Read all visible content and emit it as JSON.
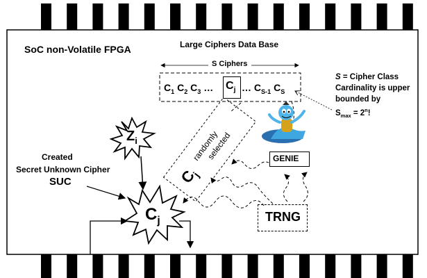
{
  "chip": {
    "title": "SoC non-Volatile FPGA",
    "pin_count_top": 15,
    "pin_count_bottom": 15
  },
  "database": {
    "title": "Large Ciphers Data Base",
    "s_ciphers_label": "S Ciphers",
    "sequence": {
      "c1": "C",
      "c1_sub": "1",
      "c2": "C",
      "c2_sub": "2",
      "c3": "C",
      "c3_sub": "3",
      "dots1": "…",
      "cj": "C",
      "cj_sub": "j",
      "dots2": "…",
      "cs1": "C",
      "cs1_sub": "S-1",
      "cs": "C",
      "cs_sub": "S"
    }
  },
  "note": {
    "line1_s": "S",
    "line1_rest": " = Cipher Class",
    "line2": "Cardinality  is upper",
    "line3": "bounded by",
    "line4_s": "S",
    "line4_sub": "max",
    "line4_eq": " = 2",
    "line4_sup": "n",
    "line4_end": "!"
  },
  "selection": {
    "c": "C",
    "sub": "j",
    "line1": "randomly",
    "line2": "selected"
  },
  "z_node": {
    "label": "Z",
    "sub": "i"
  },
  "cj_node": {
    "label": "C",
    "sub": "j"
  },
  "suc": {
    "line1": "Created",
    "line2": "Secret Unknown Cipher",
    "line3": "SUC"
  },
  "genie": {
    "label": "GENIE"
  },
  "trng": {
    "label": "TRNG"
  },
  "colors": {
    "genie_body": "#3fa7e0",
    "genie_vest": "#d6a21c"
  }
}
